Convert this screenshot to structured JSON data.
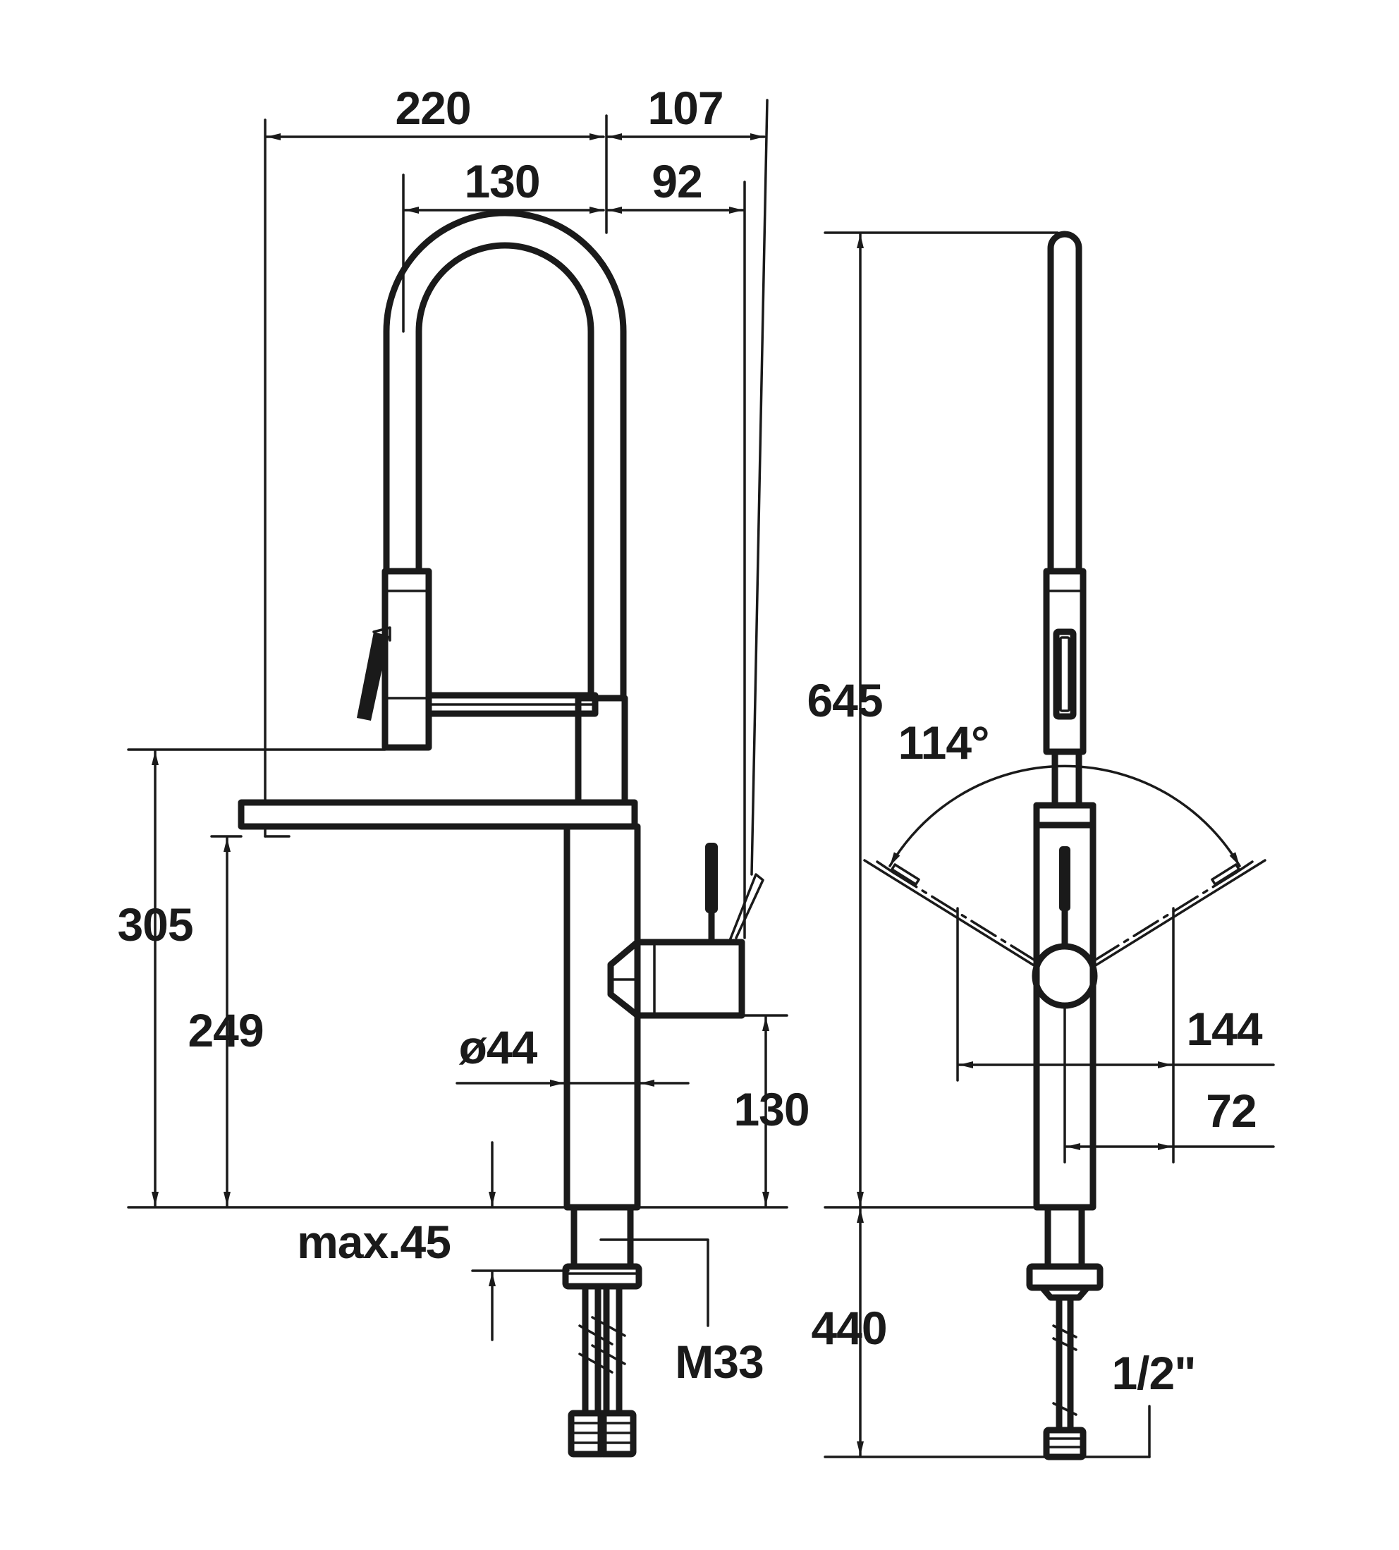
{
  "diagram": {
    "dimensions": {
      "width_220": "220",
      "width_107": "107",
      "width_130": "130",
      "width_92": "92",
      "height_305": "305",
      "height_249": "249",
      "diameter_44": "ø44",
      "height_130": "130",
      "max_45": "max.45",
      "thread_m33": "M33",
      "height_645": "645",
      "angle_114": "114°",
      "width_144": "144",
      "width_72": "72",
      "length_440": "440",
      "connection_half_inch": "1/2\""
    },
    "colors": {
      "line": "#1a1a1a",
      "background": "#ffffff"
    }
  }
}
